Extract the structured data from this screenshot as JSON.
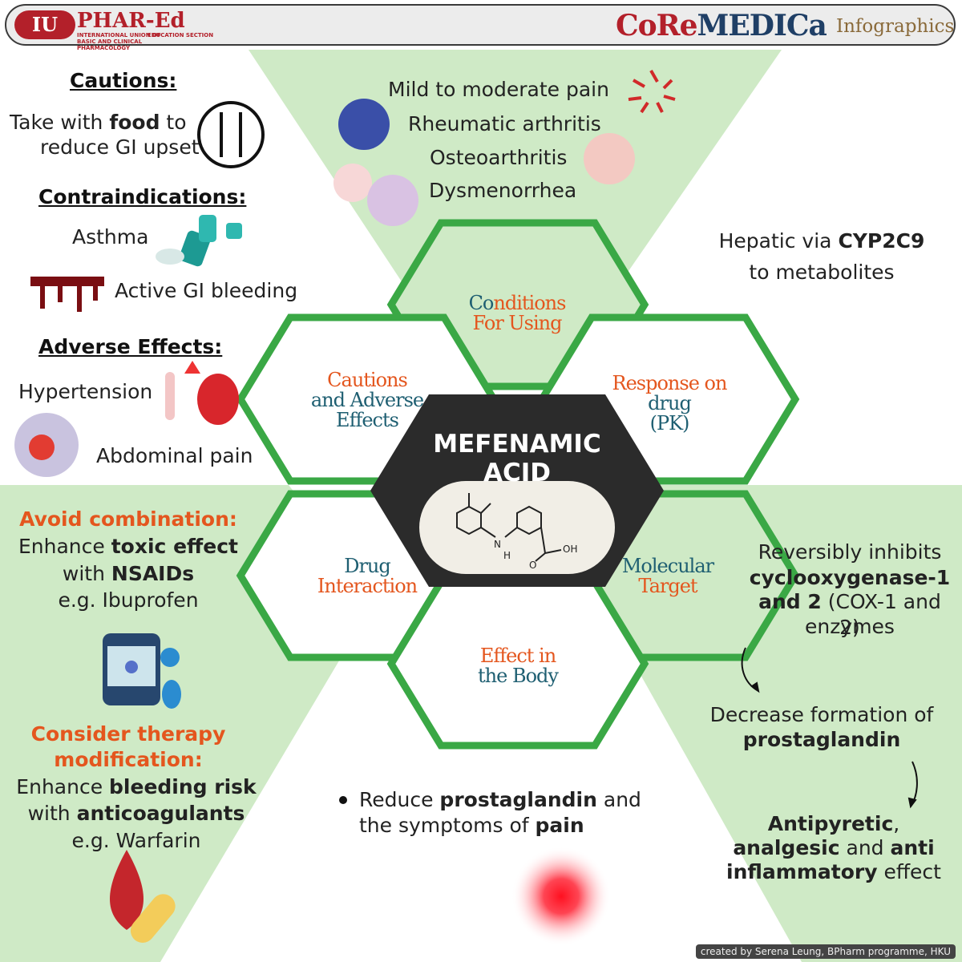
{
  "header": {
    "logo_iu": "IU",
    "logo_phar": "PHAR-Ed",
    "logo_sub": "INTERNATIONAL UNION OF BASIC AND CLINICAL PHARMACOLOGY",
    "logo_sub2": "EDUCATION SECTION",
    "brand_part1": "CoRe",
    "brand_part2": "MEDICa",
    "infographics": "Infographics"
  },
  "center": {
    "title_line1": "MEFENAMIC",
    "title_line2": "ACID",
    "structure_labels": {
      "n": "N",
      "h": "H",
      "o": "O",
      "oh": "OH"
    }
  },
  "hexagons": {
    "conditions": {
      "line1": "Conditions",
      "line2": "For Using",
      "initial": "Co",
      "rest": "nditions"
    },
    "response": {
      "line1": "Response on",
      "line2": "drug",
      "line3": "(PK)"
    },
    "cautions": {
      "line1": "Cautions",
      "line2": "and Adverse",
      "line3": "Effects"
    },
    "drug": {
      "line1": "Drug",
      "line2": "Interaction"
    },
    "molecular": {
      "line1": "Molecular",
      "line2": "Target"
    },
    "effect": {
      "line1": "Effect in",
      "line2": "the Body"
    }
  },
  "conditions_list": [
    "Mild to moderate pain",
    "Rheumatic arthritis",
    "Osteoarthritis",
    "Dysmenorrhea"
  ],
  "cautions": {
    "heading": "Cautions:",
    "line1_a": "Take with ",
    "line1_b": "food",
    "line1_c": " to",
    "line2": "reduce GI upset"
  },
  "contraindications": {
    "heading": "Contraindications:",
    "item1": "Asthma",
    "item2": "Active GI bleeding"
  },
  "adverse": {
    "heading": "Adverse Effects:",
    "item1": "Hypertension",
    "item2": "Abdominal pain"
  },
  "pk": {
    "line1_a": "Hepatic via ",
    "line1_b": "CYP2C9",
    "line2": "to metabolites"
  },
  "interaction": {
    "avoid_heading": "Avoid combination:",
    "avoid_l1_a": "Enhance ",
    "avoid_l1_b": "toxic effect",
    "avoid_l2_a": "with ",
    "avoid_l2_b": "NSAIDs",
    "avoid_l3": "e.g. Ibuprofen",
    "consider_heading_1": "Consider therapy",
    "consider_heading_2": "modification:",
    "cons_l1_a": "Enhance ",
    "cons_l1_b": "bleeding risk",
    "cons_l2_a": "with ",
    "cons_l2_b": "anticoagulants",
    "cons_l3": "e.g. Warfarin"
  },
  "target": {
    "l1": "Reversibly inhibits",
    "l2": "cyclooxygenase-1",
    "l3_a": "and 2",
    "l3_b": " (COX-1 and 2)",
    "l4": "enzymes",
    "d1": "Decrease formation of",
    "d2": "prostaglandin",
    "e1_a": "Antipyretic",
    "e1_b": ",",
    "e2_a": "analgesic",
    "e2_b": " and ",
    "e2_c": "anti",
    "e3_a": "inflammatory",
    "e3_b": " effect"
  },
  "effect": {
    "l1_a": "Reduce ",
    "l1_b": "prostaglandin",
    "l1_c": " and",
    "l2_a": "the symptoms of ",
    "l2_b": "pain"
  },
  "credit": "created by Serena Leung, BPharm programme, HKU",
  "colors": {
    "green_bg": "#cfeac6",
    "hex_border": "#3aa845",
    "center_hex": "#2b2b2b",
    "accent_orange": "#e4561e",
    "accent_teal": "#1f5f72"
  }
}
